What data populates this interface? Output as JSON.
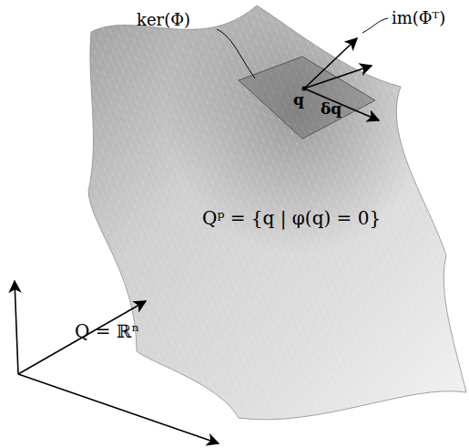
{
  "diagram": {
    "labels": [
      "ker(Φ)",
      "im(Φᵀ)",
      "q",
      "δq",
      "Qᵖ = {q | φ(q) = 0}",
      "Q = ℝⁿ"
    ]
  }
}
